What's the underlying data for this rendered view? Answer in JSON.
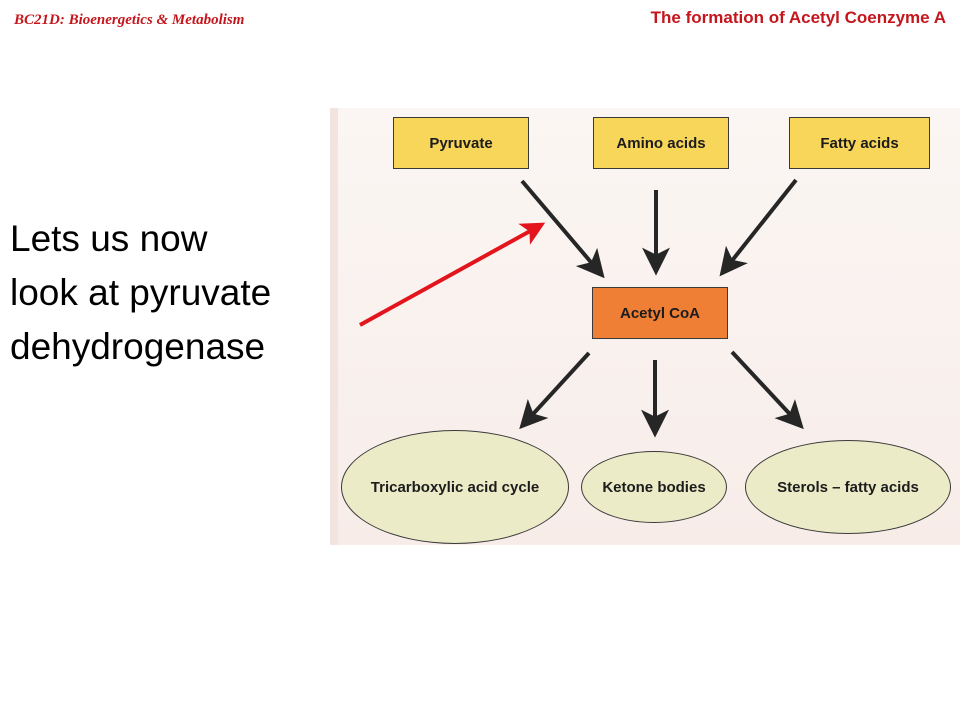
{
  "header": {
    "course": "BC21D: Bioenergetics & Metabolism",
    "title": "The formation of Acetyl Coenzyme A"
  },
  "caption": {
    "line1": "Lets us now",
    "line2": "look at pyruvate",
    "line3": "dehydrogenase"
  },
  "diagram": {
    "inputs": [
      "Pyruvate",
      "Amino acids",
      "Fatty acids"
    ],
    "center": "Acetyl CoA",
    "outputs": [
      "Tricarboxylic acid cycle",
      "Ketone bodies",
      "Sterols – fatty acids"
    ]
  },
  "colors": {
    "input_box": "#f7d65a",
    "center_box": "#ef7f35",
    "output_ellipse": "#ecebc8",
    "header_text": "#c4161c",
    "pointer_arrow": "#e3141b"
  }
}
